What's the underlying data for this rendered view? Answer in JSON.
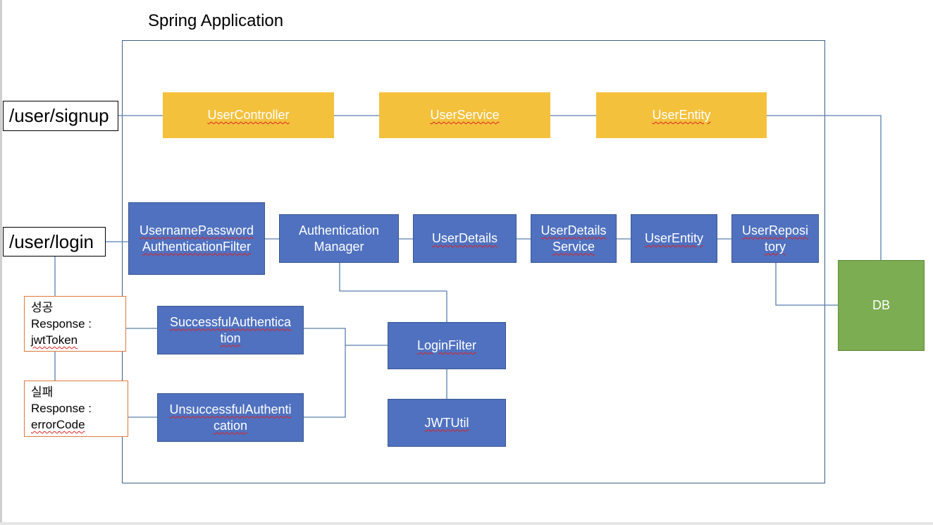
{
  "title": "Spring Application",
  "endpoints": {
    "signup": "/user/signup",
    "login": "/user/login"
  },
  "signup_flow": {
    "controller": "UserController",
    "service": "UserService",
    "entity": "UserEntity"
  },
  "login_flow": {
    "filter": "UsernamePassword\nAuthenticationFilter",
    "manager": "Authentication\nManager",
    "user_details": "UserDetails",
    "user_details_service": "UserDetails\nService",
    "entity": "UserEntity",
    "repository": "UserReposi\ntory",
    "success_handler": "SuccessfulAuthentica\ntion",
    "unsuccess_handler": "UnsuccessfulAuthenti\ncation",
    "login_filter": "LoginFilter",
    "jwt_util": "JWTUtil"
  },
  "db": "DB",
  "responses": {
    "success": {
      "title": "성공",
      "line1": "Response :",
      "line2": "jwtToken"
    },
    "failure": {
      "title": "실패",
      "line1": "Response :",
      "line2": "errorCode"
    }
  },
  "colors": {
    "signup_box": "#f4c13d",
    "login_box": "#4f71c0",
    "db_box": "#7cad52",
    "connector": "#5b7fae",
    "response_border": "#e07a3c"
  }
}
